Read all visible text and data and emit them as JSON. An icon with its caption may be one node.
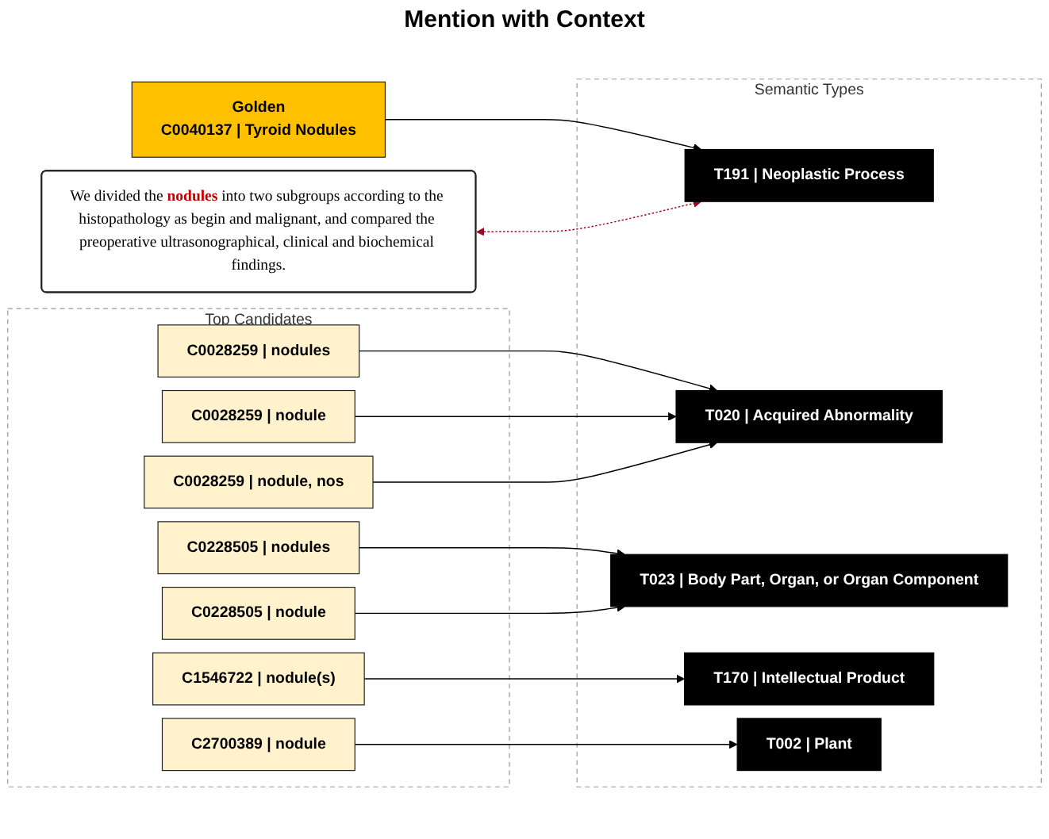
{
  "diagram": {
    "title": "Mention with Context",
    "nodes": [
      {
        "text": [
          "We divided the **nodules** into two subgroups according to the histopathology as begin and malignant, and compared the preoperative ultrasonographical, clinical and biochemical findings."
        ]
      },
      {
        "text": [
          "Golden",
          "C0040137 | Tyroid Nodules"
        ]
      },
      {
        "text": [
          "Top Candidates"
        ]
      },
      {
        "text": [
          "C0028259 | nodules"
        ],
        "in": 2
      },
      {
        "text": [
          "C0228505 | nodules"
        ],
        "in": 2
      },
      {
        "text": [
          "C1546722 | nodule(s)"
        ],
        "in": 2
      },
      {
        "text": [
          "C0028259 | nodule"
        ],
        "in": 2
      },
      {
        "text": [
          "C2700389 | nodule"
        ],
        "in": 2
      },
      {
        "text": [
          "C0228505 | nodule"
        ],
        "in": 2
      },
      {
        "text": [
          "C0028259 | nodule, nos"
        ],
        "in": 2
      },
      {
        "text": [
          "Semantic Types"
        ]
      },
      {
        "text": [
          "T191 | Neoplastic Process"
        ],
        "in": 10
      },
      {
        "text": [
          "T020 | Acquired Abnormality"
        ],
        "in": 10
      },
      {
        "text": [
          "T023 | Body Part, Organ, or Organ Component"
        ],
        "in": 10
      },
      {
        "text": [
          "T170 | Intellectual Product"
        ],
        "in": 10
      },
      {
        "text": [
          "T002 | Plant"
        ],
        "in": 10
      }
    ],
    "edges": [
      {
        "from": 1,
        "to": 11,
        "arrow": "to"
      },
      {
        "from": 3,
        "to": 12,
        "arrow": "to"
      },
      {
        "from": 4,
        "to": 13,
        "arrow": "to"
      },
      {
        "from": 5,
        "to": 14,
        "arrow": "to"
      },
      {
        "from": 6,
        "to": 12,
        "arrow": "to"
      },
      {
        "from": 7,
        "to": 15,
        "arrow": "to"
      },
      {
        "from": 8,
        "to": 13,
        "arrow": "to"
      },
      {
        "from": 9,
        "to": 12,
        "arrow": "to"
      },
      {
        "from": 0,
        "to": 11,
        "arrow": "both",
        "style": "dashed",
        "color": "#a50021"
      }
    ]
  }
}
